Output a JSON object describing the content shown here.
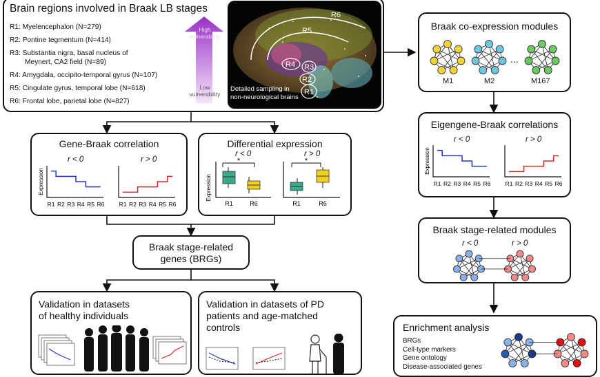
{
  "brain_panel": {
    "title": "Brain regions involved in Braak LB stages",
    "regions": [
      "R1: Myelencephalon (N=279)",
      "R2: Pontine tegmentum (N=414)",
      "R3: Substantia nigra, basal nucleus of",
      "Meynert, CA2 field (N=89)",
      "R4: Amygdala, occipito-temporal gyrus (N=107)",
      "R5: Cingulate gyrus, temporal lobe (N=618)",
      "R6: Frontal lobe, parietal lobe (N=827)"
    ],
    "high_label_1": "High",
    "high_label_2": "vulnerability",
    "low_label_1": "Low",
    "low_label_2": "vulnerability",
    "brain_labels": [
      "R6",
      "R5",
      "R4",
      "R3",
      "R2",
      "R1"
    ],
    "caption_1": "Detailed sampling in",
    "caption_2": "non-neurological brains"
  },
  "gene_braak": {
    "title": "Gene-Braak correlation",
    "neg_label": "r < 0",
    "pos_label": "r > 0",
    "ylabel": "Expression",
    "ticks": [
      "R1",
      "R2",
      "R3",
      "R4",
      "R5",
      "R6"
    ],
    "neg_values": [
      5,
      4,
      4,
      3,
      2,
      2
    ],
    "pos_values": [
      1,
      1,
      2,
      2,
      3,
      4
    ]
  },
  "diff_expr": {
    "title": "Differential expression",
    "neg_label": "r < 0",
    "pos_label": "r > 0",
    "ylabel": "Expression",
    "star": "*",
    "tick_a": "R1",
    "tick_b": "R6"
  },
  "brgs": {
    "line1": "Braak stage-related",
    "line2": "genes (BRGs)"
  },
  "validation_healthy": {
    "line1": "Validation in datasets",
    "line2": "of healthy individuals"
  },
  "validation_pd": {
    "line1": "Validation in datasets of PD",
    "line2": "patients and age-matched",
    "line3": "controls"
  },
  "coexpr": {
    "title": "Braak co-expression modules",
    "m1": "M1",
    "m2": "M2",
    "ellipsis": "...",
    "m167": "M167"
  },
  "eigengene": {
    "title": "Eigengene-Braak correlations",
    "neg_label": "r < 0",
    "pos_label": "r > 0",
    "ylabel": "Expression",
    "ticks": [
      "R1",
      "R2",
      "R3",
      "R4",
      "R5",
      "R6"
    ],
    "neg_values": [
      5,
      4,
      4,
      3,
      2,
      2
    ],
    "pos_values": [
      1,
      1,
      2,
      2,
      3,
      4
    ]
  },
  "modules": {
    "title": "Braak stage-related modules",
    "neg_label": "r < 0",
    "pos_label": "r > 0"
  },
  "enrichment": {
    "title": "Enrichment analysis",
    "items": [
      "BRGs",
      "Cell-type markers",
      "Gene ontology",
      "Disease-associated genes"
    ]
  },
  "colors": {
    "blue": "#2233cc",
    "red": "#dd2222",
    "green": "#3aa88a",
    "yellow": "#f0d020",
    "purple": "#a040c8"
  }
}
